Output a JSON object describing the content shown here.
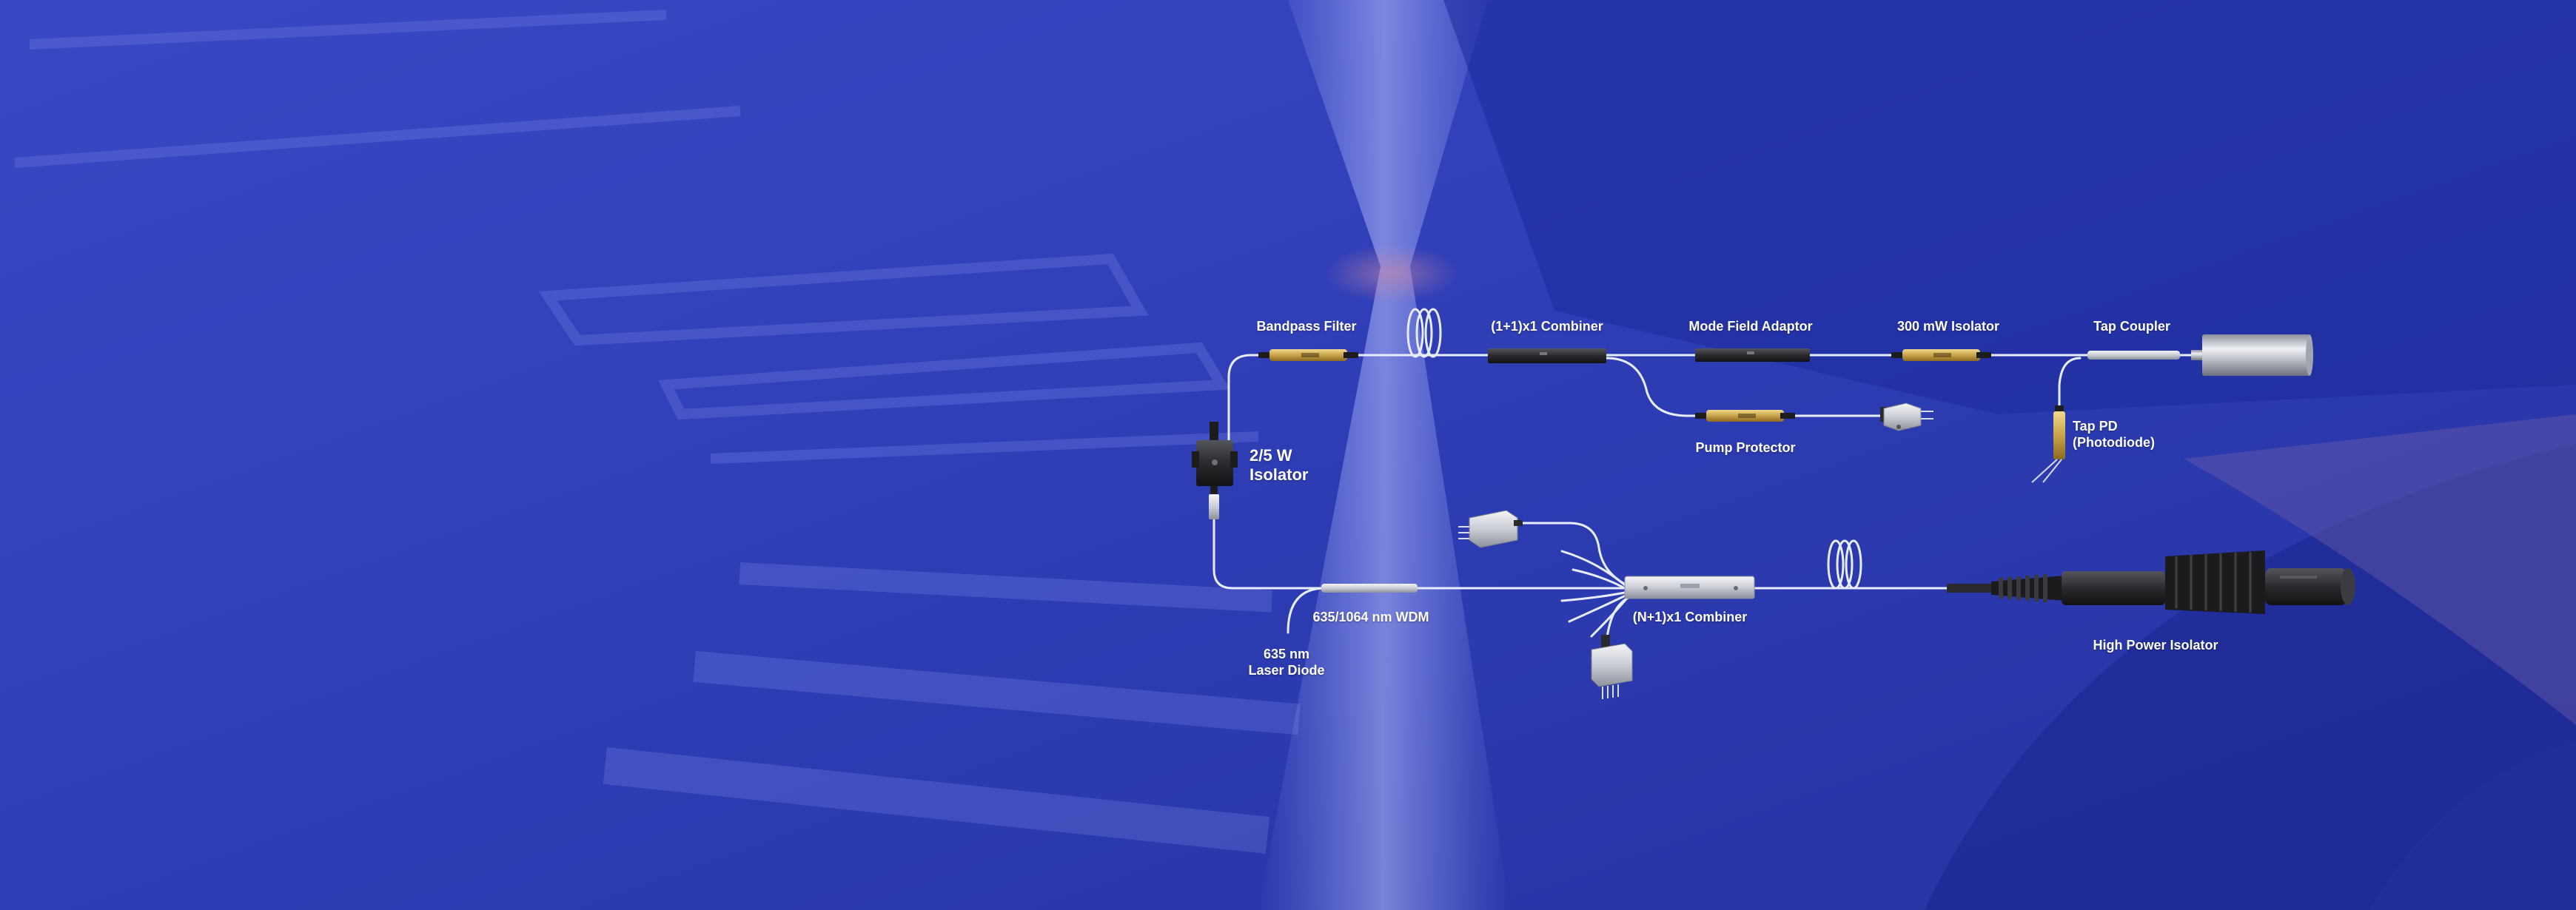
{
  "labels": {
    "bandpass_filter": "Bandpass Filter",
    "combiner_1p1": "(1+1)x1 Combiner",
    "mode_field_adaptor": "Mode Field Adaptor",
    "isolator_300mw": "300 mW Isolator",
    "tap_coupler": "Tap Coupler",
    "isolator_25w_line1": "2/5 W",
    "isolator_25w_line2": "Isolator",
    "pump_protector": "Pump Protector",
    "tap_pd_line1": "Tap PD",
    "tap_pd_line2": "(Photodiode)",
    "wdm": "635/1064 nm WDM",
    "laser_diode_line1": "635 nm",
    "laser_diode_line2": "Laser Diode",
    "combiner_n1": "(N+1)x1 Combiner",
    "high_power_isolator": "High Power Isolator"
  },
  "colors": {
    "background": "#2f3fb8",
    "fiber": "#e8ecff",
    "gold": "#c9a34a",
    "dark_component": "#2a2a2e",
    "silver": "#c9ccd4"
  }
}
